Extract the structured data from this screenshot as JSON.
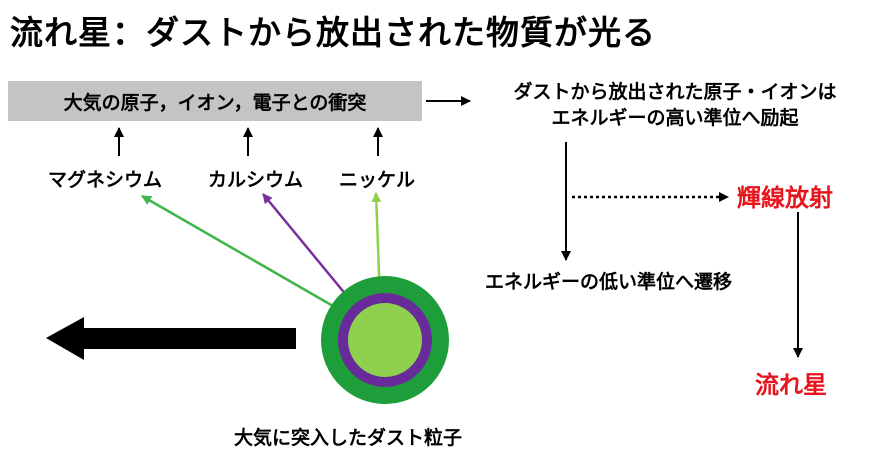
{
  "title": "流れ星：ダストから放出された物質が光る",
  "collision_box": "大気の原子，イオン，電子との衝突",
  "elements": {
    "magnesium": "マグネシウム",
    "calcium": "カルシウム",
    "nickel": "ニッケル"
  },
  "excitation": {
    "line1": "ダストから放出された原子・イオンは",
    "line2": "エネルギーの高い準位へ励起"
  },
  "transition": "エネルギーの低い準位へ遷移",
  "emission": "輝線放射",
  "meteor": "流れ星",
  "dust_caption": "大気に突入したダスト粒子",
  "colors": {
    "accent_red": "#e8141c",
    "magnesium_line": "#3fb54a",
    "calcium_line": "#7b2e9e",
    "nickel_line": "#8fd14f",
    "dust_outer": "#1e9e3a",
    "dust_middle": "#6a2b9a",
    "dust_core": "#8fd14f",
    "box_fill": "#c4c4c4"
  }
}
